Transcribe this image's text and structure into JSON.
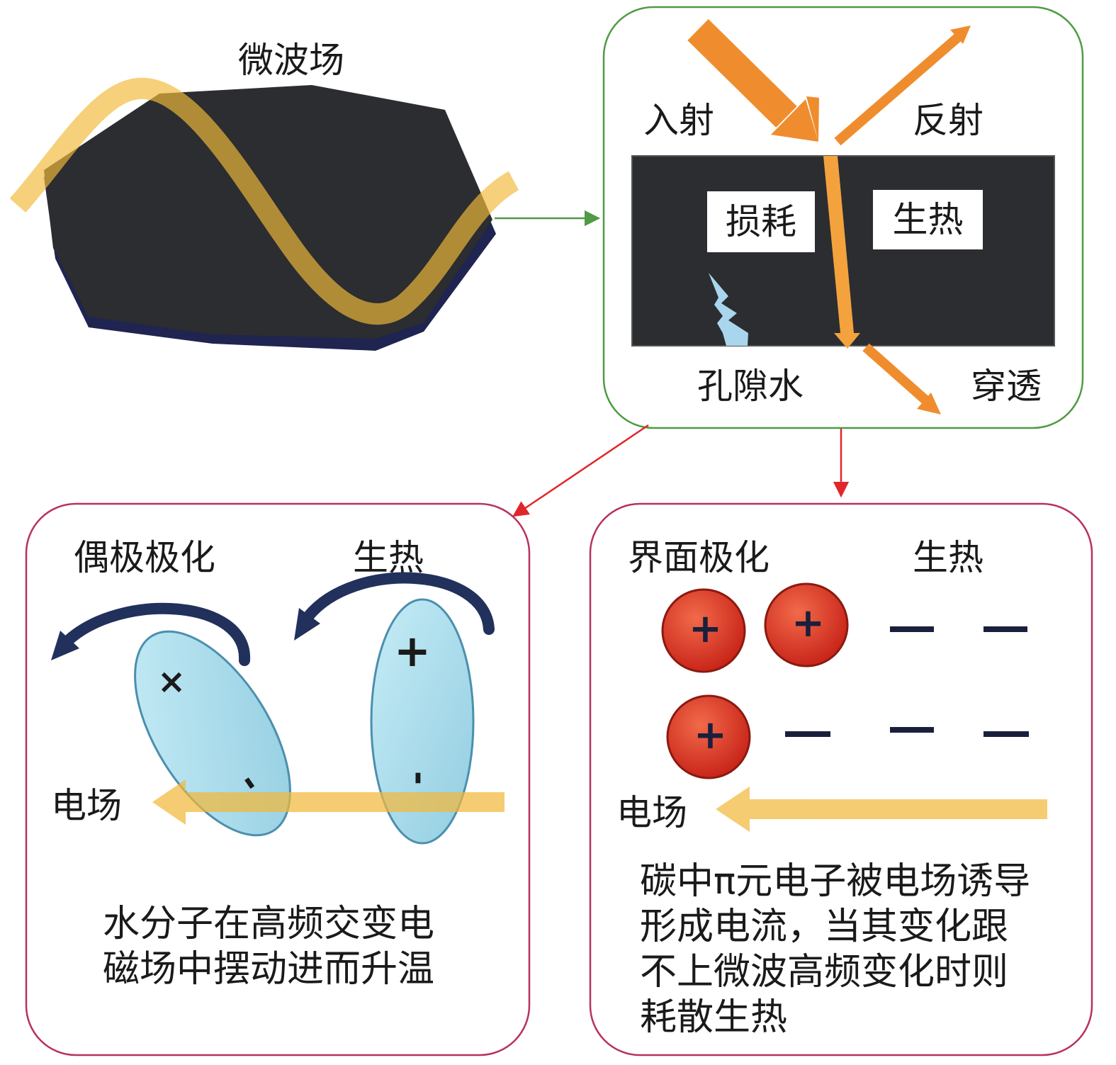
{
  "colors": {
    "rock": "#2b2d30",
    "rock_edge": "#1c1f48",
    "wave": "#f2b93b",
    "orange_arrow": "#ef8d2e",
    "orange_beam": "#f3a23d",
    "green_frame": "#4f9a43",
    "pink_frame": "#b8325c",
    "red_arrow": "#e0262a",
    "dipole_fill": "#a8dbea",
    "dipole_edge": "#4b8fae",
    "positive_charge": "#e0432a",
    "rotation_arrow": "#22305c",
    "pore_water": "#a9d6ec"
  },
  "icons": {
    "rock": "rock-particle-icon",
    "wave": "microwave-wave-icon",
    "pore_water": "pore-water-icon",
    "rotation": "curved-arrow-icon",
    "field": "field-arrow-icon",
    "positive": "positive-charge-icon",
    "negative": "negative-charge-icon"
  },
  "microwave": {
    "title": "微波场"
  },
  "interaction": {
    "incident": "入射",
    "reflect": "反射",
    "loss": "损耗",
    "heat": "生热",
    "pore_water": "孔隙水",
    "penetrate": "穿透"
  },
  "dipole": {
    "title": "偶极极化",
    "heat": "生热",
    "field": "电场",
    "plus": "×",
    "plus2": "+",
    "minus": "-",
    "desc_lines": [
      "水分子在高频交变电",
      "磁场中摆动进而升温"
    ]
  },
  "interface": {
    "title": "界面极化",
    "heat": "生热",
    "field": "电场",
    "plus": "+",
    "desc_lines": [
      "碳中π元电子被电场诱导",
      "形成电流，当其变化跟",
      "不上微波高频变化时则",
      "耗散生热"
    ]
  }
}
